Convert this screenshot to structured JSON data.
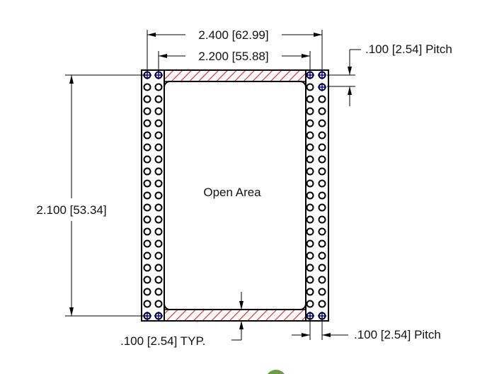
{
  "labels": {
    "overall_width": "2.400 [62.99]",
    "inner_width": "2.200 [55.88]",
    "height": "2.100 [53.34]",
    "pitch_top": ".100 [2.54] Pitch",
    "pitch_bottom": ".100 [2.54] Pitch",
    "band_typ": ".100 [2.54] TYP.",
    "open_area": "Open Area"
  },
  "pins": {
    "rows": 21,
    "columns_per_side": 2
  },
  "colors": {
    "hatch": "#ff0000",
    "marked_pin": "#0000cc",
    "outline": "#000000",
    "accent_circle": "#6f9a4a"
  }
}
